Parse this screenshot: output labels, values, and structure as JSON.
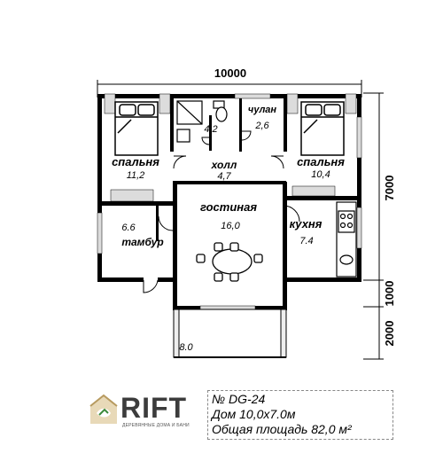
{
  "dimensions": {
    "width_total": "10000",
    "depth_total": "7000",
    "depth_ext": "1000",
    "terrace_depth": "2000"
  },
  "rooms": [
    {
      "name": "спальня",
      "area": "11,2"
    },
    {
      "name": "",
      "area": "4,2"
    },
    {
      "name": "чулан",
      "area": "2,6"
    },
    {
      "name": "спальня",
      "area": "10,4"
    },
    {
      "name": "холл",
      "area": "4,7"
    },
    {
      "name": "гостиная",
      "area": "16,0"
    },
    {
      "name": "тамбур",
      "area": "6.6"
    },
    {
      "name": "кухня",
      "area": "7.4"
    },
    {
      "name": "",
      "area": "8.0"
    }
  ],
  "logo": {
    "name": "RIFT",
    "tagline": "ДЕРЕВЯННЫЕ ДОМА И БАНИ"
  },
  "info": {
    "project": "№ DG-24",
    "size": "Дом 10,0х7.0м",
    "area": "Общая площадь 82,0 м²"
  }
}
